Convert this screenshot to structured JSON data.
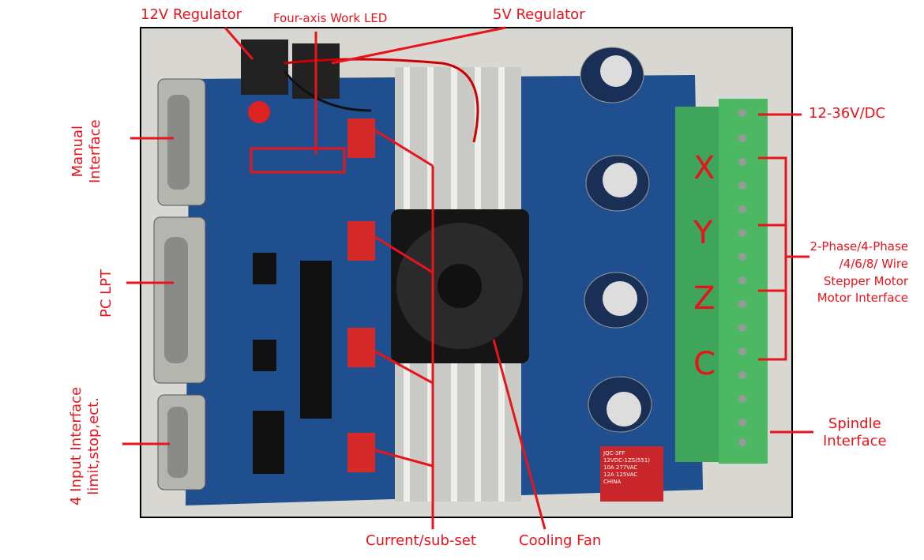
{
  "labels": {
    "reg12": "12V Regulator",
    "led": "Four-axis Work LED",
    "reg5": "5V Regulator",
    "manual": [
      "Manual",
      "Interface"
    ],
    "pclpt": "PC LPT",
    "input": [
      "4 Input Interface",
      "limit,stop,ect."
    ],
    "power": "12-36V/DC",
    "motor": [
      "2-Phase/4-Phase",
      "/4/6/8/ Wire",
      "Stepper Motor",
      "Motor Interface"
    ],
    "spindle": [
      "Spindle",
      "Interface"
    ],
    "current": "Current/sub-set",
    "fan": "Cooling Fan"
  },
  "axes": [
    "X",
    "Y",
    "Z",
    "C"
  ],
  "relay_text": [
    "JQC-3FF",
    "12VDC-1ZS(551)",
    "10A 277VAC",
    "12A 125VAC",
    "CHINA"
  ],
  "colors": {
    "annotation": "#e8141c",
    "board": "#1f4f8f",
    "terminal": "#3fa55a"
  }
}
